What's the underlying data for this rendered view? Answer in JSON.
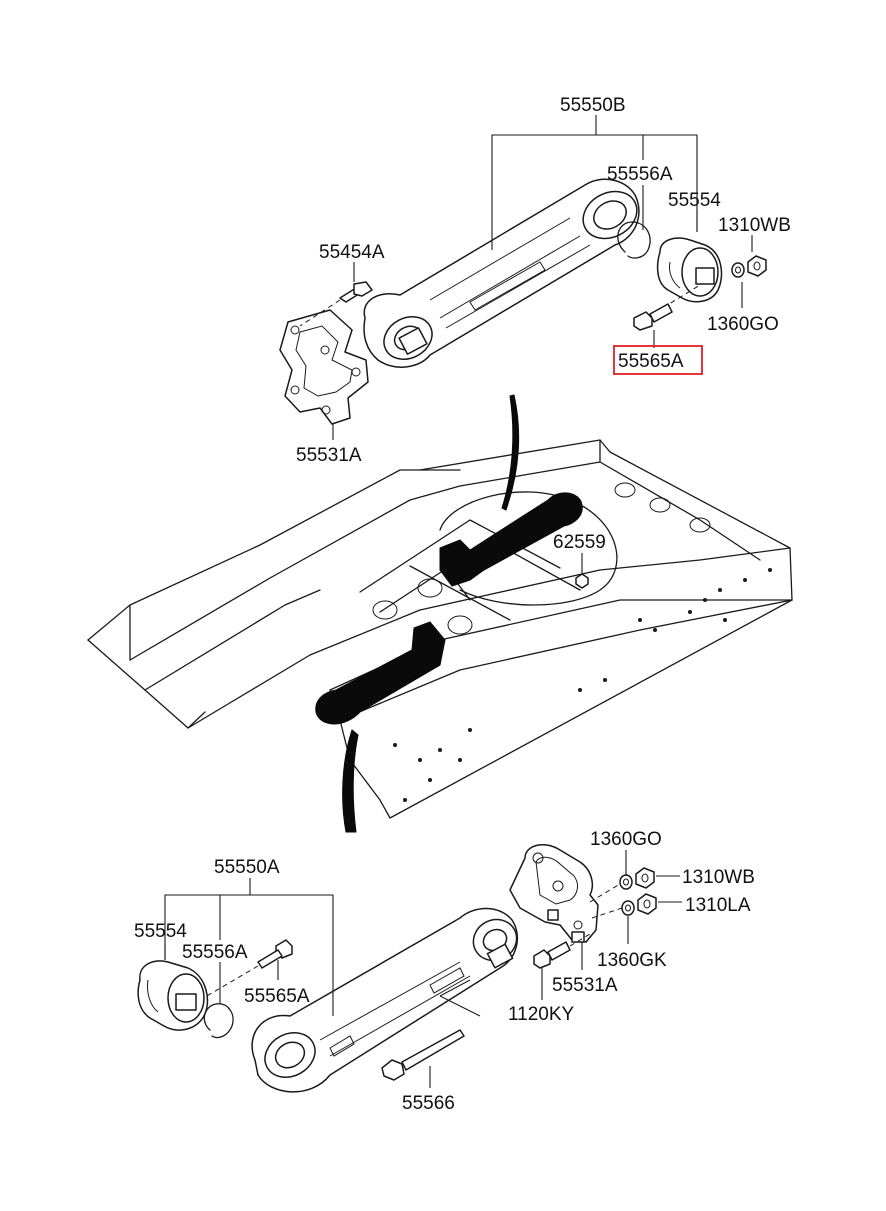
{
  "diagram": {
    "highlight_color": "#e02020",
    "line_color": "#1a1a1a",
    "labels": {
      "top_assembly": "55550B",
      "top_snap_ring": "55556A",
      "top_bushing": "55554",
      "top_nut_outer": "1310WB",
      "top_bolt_left": "55454A",
      "top_washer": "1360GO",
      "top_bolt_highlighted": "55565A",
      "top_bracket": "55531A",
      "center_nut": "62559",
      "bottom_assembly": "55550A",
      "bottom_bushing": "55554",
      "bottom_snap_ring": "55556A",
      "bottom_bolt": "55565A",
      "bottom_washer_upper": "1360GO",
      "bottom_nut_upper": "1310WB",
      "bottom_nut_lower": "1310LA",
      "bottom_washer_lower": "1360GK",
      "bottom_bracket": "55531A",
      "bottom_bolt_small": "1120KY",
      "bottom_long_bolt": "55566"
    }
  }
}
